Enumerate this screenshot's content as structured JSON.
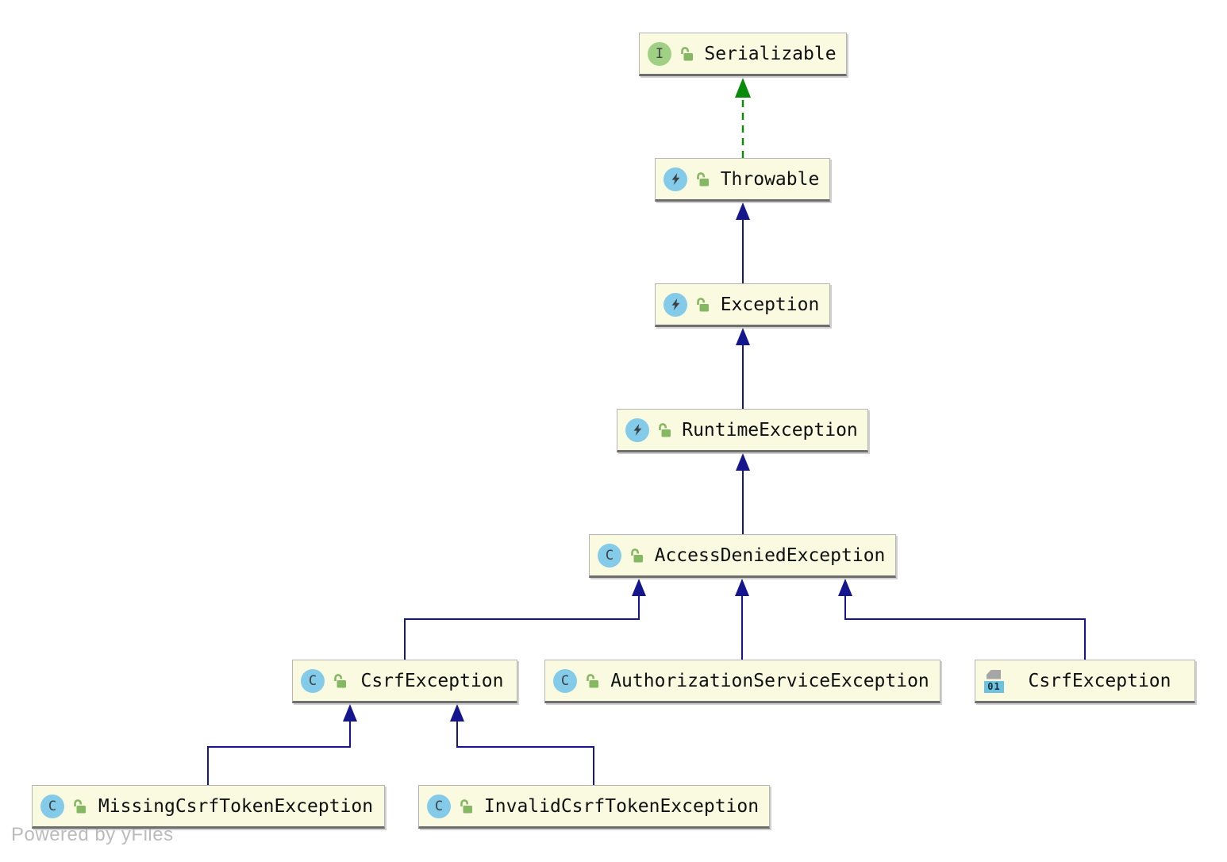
{
  "watermark": "Powered by yFiles",
  "colors": {
    "extends_edge": "#15158e",
    "implements_edge": "#0a8a0a",
    "node_fill": "#fafae1",
    "node_border": "#b5b5b5",
    "node_border_bottom": "#6e6e6e",
    "interface_icon_bg": "#a0d084",
    "class_icon_bg": "#83cbe8",
    "lock_icon": "#85b863",
    "classfile_badge_bg": "#6cc2df"
  },
  "icons": {
    "interface_letter": "I",
    "class_letter": "C"
  },
  "nodes": {
    "serializable": {
      "label": "Serializable",
      "kind": "interface",
      "visibility": "public"
    },
    "throwable": {
      "label": "Throwable",
      "kind": "exception-class",
      "visibility": "public"
    },
    "exception": {
      "label": "Exception",
      "kind": "exception-class",
      "visibility": "public"
    },
    "runtime_exception": {
      "label": "RuntimeException",
      "kind": "exception-class",
      "visibility": "public"
    },
    "access_denied_exception": {
      "label": "AccessDeniedException",
      "kind": "class",
      "visibility": "public"
    },
    "csrf_exception": {
      "label": "CsrfException",
      "kind": "class",
      "visibility": "public"
    },
    "authorization_service_exception": {
      "label": "AuthorizationServiceException",
      "kind": "class",
      "visibility": "public"
    },
    "csrf_exception_compiled": {
      "label": "CsrfException",
      "kind": "compiled-class-file",
      "badge": "01"
    },
    "missing_csrf_token_exception": {
      "label": "MissingCsrfTokenException",
      "kind": "class",
      "visibility": "public"
    },
    "invalid_csrf_token_exception": {
      "label": "InvalidCsrfTokenException",
      "kind": "class",
      "visibility": "public"
    }
  },
  "edges": [
    {
      "from": "Throwable",
      "to": "Serializable",
      "type": "implements"
    },
    {
      "from": "Exception",
      "to": "Throwable",
      "type": "extends"
    },
    {
      "from": "RuntimeException",
      "to": "Exception",
      "type": "extends"
    },
    {
      "from": "AccessDeniedException",
      "to": "RuntimeException",
      "type": "extends"
    },
    {
      "from": "CsrfException",
      "to": "AccessDeniedException",
      "type": "extends"
    },
    {
      "from": "AuthorizationServiceException",
      "to": "AccessDeniedException",
      "type": "extends"
    },
    {
      "from": "CsrfException (compiled)",
      "to": "AccessDeniedException",
      "type": "extends"
    },
    {
      "from": "MissingCsrfTokenException",
      "to": "CsrfException",
      "type": "extends"
    },
    {
      "from": "InvalidCsrfTokenException",
      "to": "CsrfException",
      "type": "extends"
    }
  ]
}
